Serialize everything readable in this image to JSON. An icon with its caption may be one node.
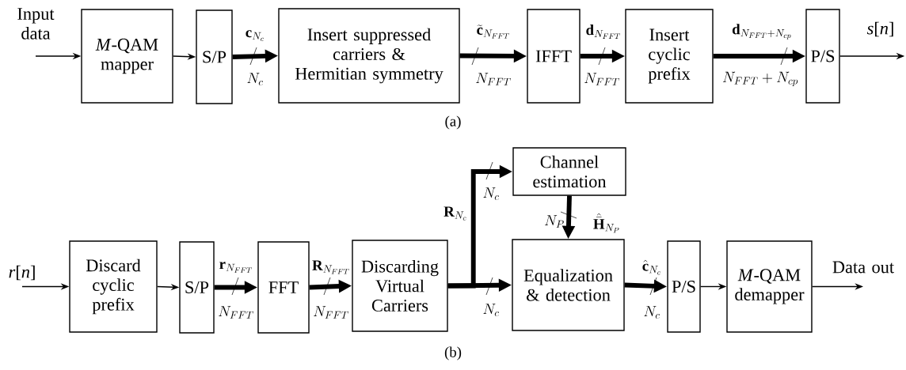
{
  "diagram": {
    "nodes": [
      {
        "text": [
          "Input data"
        ]
      },
      {
        "text": [
          "*M*-QAM mapper"
        ]
      },
      {
        "text": [
          "S/P"
        ]
      },
      {
        "text": [
          "Insert suppressed carriers & Hermitian symmetry"
        ]
      },
      {
        "text": [
          "IFFT"
        ]
      },
      {
        "text": [
          "Insert cyclic prefix"
        ]
      },
      {
        "text": [
          "P/S"
        ]
      },
      {
        "text": [
          "*s*[*n*]"
        ]
      },
      {
        "text": [
          "*r*[*n*]"
        ]
      },
      {
        "text": [
          "Discard cyclic prefix"
        ]
      },
      {
        "text": [
          "S/P"
        ]
      },
      {
        "text": [
          "FFT"
        ]
      },
      {
        "text": [
          "Discarding Virtual Carriers"
        ]
      },
      {
        "text": [
          "Channel estimation"
        ]
      },
      {
        "text": [
          "Equalization & detection"
        ]
      },
      {
        "text": [
          "P/S"
        ]
      },
      {
        "text": [
          "*M*-QAM demapper"
        ]
      },
      {
        "text": [
          "Data out"
        ]
      }
    ],
    "edges": [
      {
        "from": 0,
        "to": 1,
        "arrow": "to"
      },
      {
        "from": 1,
        "to": 2,
        "arrow": "to"
      },
      {
        "from": 2,
        "to": 3,
        "arrow": "to",
        "label": "\\mathbf{c}_{N_c}"
      },
      {
        "from": 3,
        "to": 4,
        "arrow": "to",
        "label": "\\widetilde{\\mathbf{c}}_{N_{FFT}}"
      },
      {
        "from": 4,
        "to": 5,
        "arrow": "to",
        "label": "\\mathbf{d}_{N_{FFT}}"
      },
      {
        "from": 5,
        "to": 6,
        "arrow": "to",
        "label": "\\mathbf{d}_{N_{FFT}+N_{cp}}"
      },
      {
        "from": 6,
        "to": 7,
        "arrow": "to"
      },
      {
        "from": 8,
        "to": 9,
        "arrow": "to"
      },
      {
        "from": 9,
        "to": 10,
        "arrow": "to"
      },
      {
        "from": 10,
        "to": 11,
        "arrow": "to",
        "label": "\\mathbf{r}_{N_{FFT}}"
      },
      {
        "from": 11,
        "to": 12,
        "arrow": "to",
        "label": "\\mathbf{R}_{N_{FFT}}"
      },
      {
        "from": 12,
        "to": 13,
        "arrow": "to",
        "label": "\\mathbf{R}_{N_c}"
      },
      {
        "from": 12,
        "to": 14,
        "arrow": "to"
      },
      {
        "from": 13,
        "to": 14,
        "arrow": "to",
        "label": "\\hat{\\bar{\\mathbf{H}}}_{N_P}"
      },
      {
        "from": 14,
        "to": 15,
        "arrow": "to",
        "label": "\\hat{\\mathbf{c}}_{N_c}"
      },
      {
        "from": 15,
        "to": 16,
        "arrow": "to"
      },
      {
        "from": 16,
        "to": 17,
        "arrow": "to"
      }
    ],
    "labels": [
      "N_c",
      "N_{FFT}",
      "N_{FFT}",
      "N_{FFT}+N_{cp}",
      "(a)",
      "N_c",
      "N_P",
      "N_{FFT}",
      "N_{FFT}",
      "N_c",
      "N_c",
      "(b)"
    ]
  }
}
